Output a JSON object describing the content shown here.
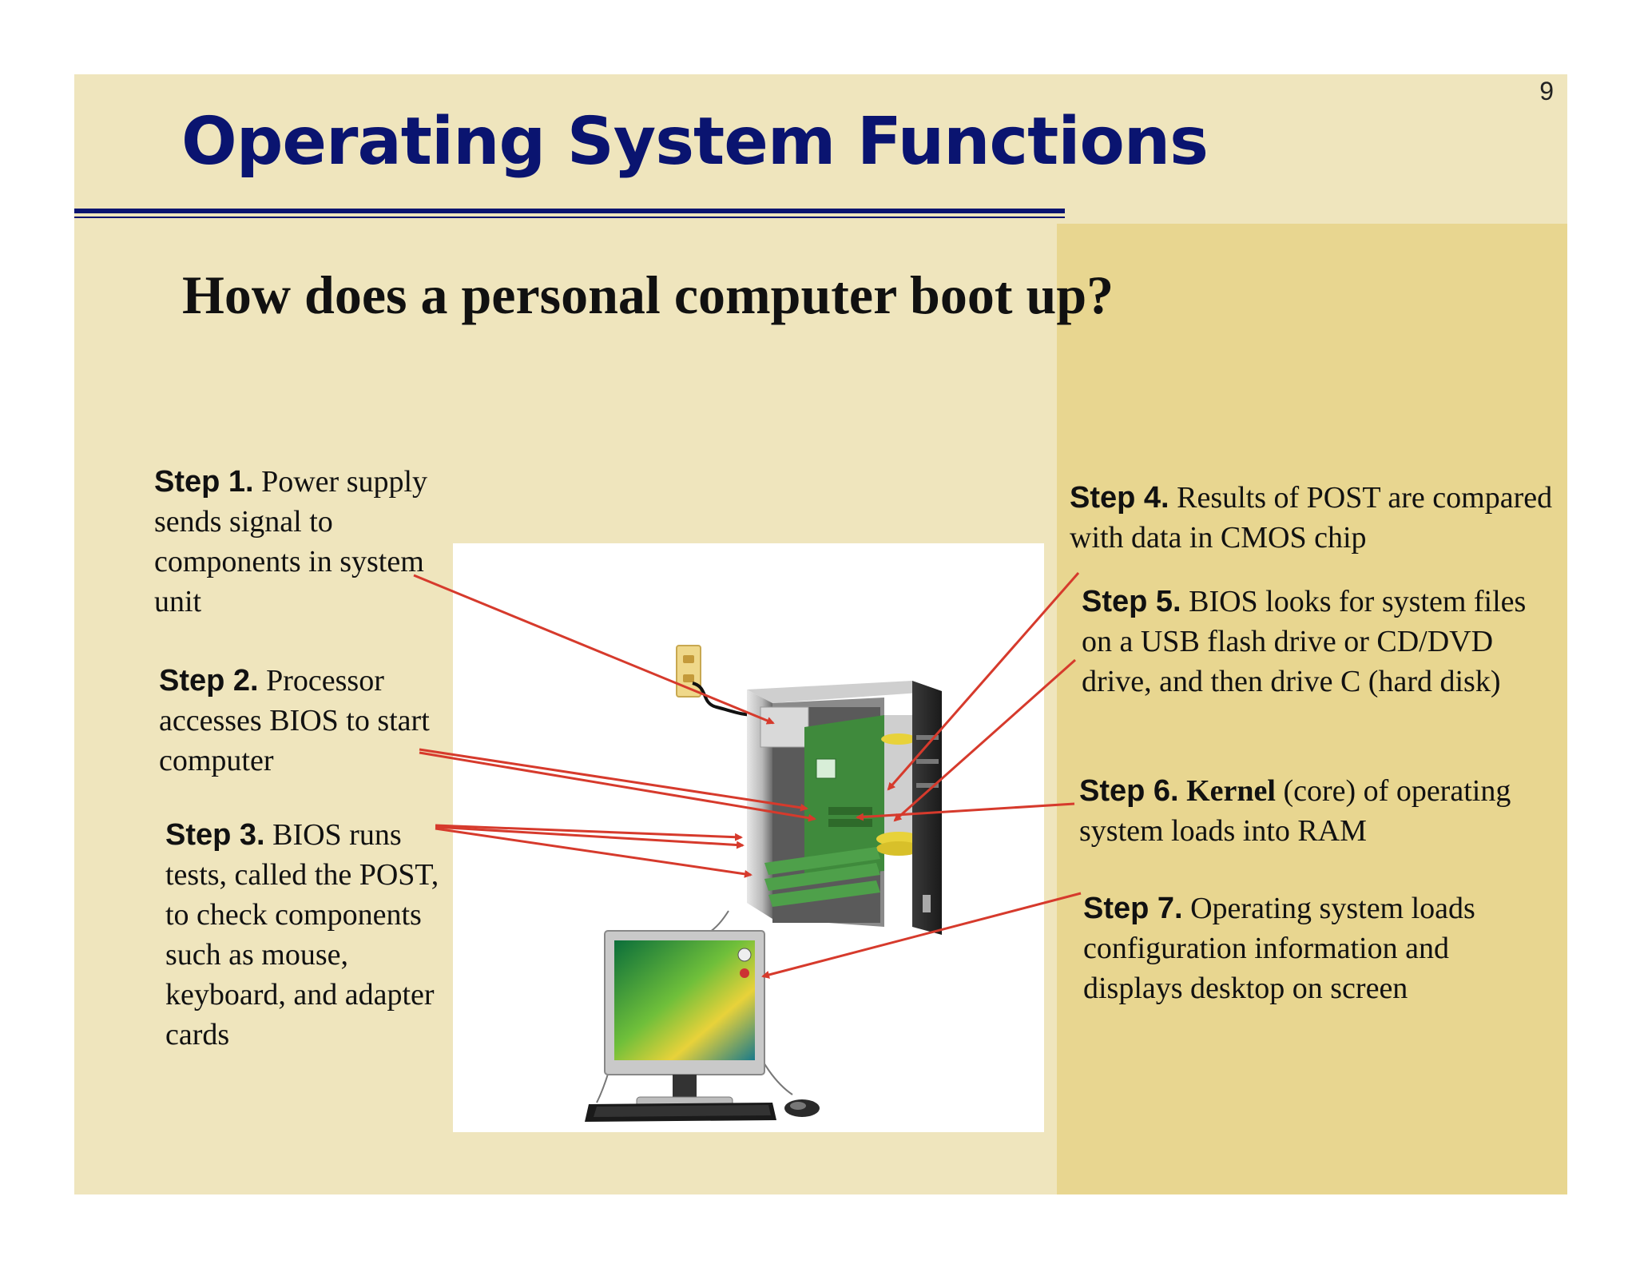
{
  "page_number": "9",
  "title": "Operating System Functions",
  "subtitle": "How does a personal computer boot up?",
  "steps": [
    {
      "label": "Step 1.",
      "text": "Power supply sends signal to components in system unit"
    },
    {
      "label": "Step 2.",
      "text": "Processor accesses BIOS to start computer"
    },
    {
      "label": "Step 3.",
      "text": "BIOS runs tests, called the POST, to check components such as mouse, keyboard, and adapter cards"
    },
    {
      "label": "Step 4.",
      "text": "Results of POST are compared with data in CMOS chip"
    },
    {
      "label": "Step 5.",
      "text": "BIOS looks for system files on a USB flash drive or CD/DVD drive, and then drive C (hard disk)"
    },
    {
      "label": "Step 6.",
      "emphasis": "Kernel",
      "text": "(core) of operating system loads into RAM"
    },
    {
      "label": "Step 7.",
      "text": "Operating system loads configuration information and displays desktop on screen"
    }
  ],
  "colors": {
    "background": "#efe5bd",
    "right_panel": "#e8d690",
    "title": "#0a1470",
    "arrow": "#d63a2c"
  },
  "illustration": {
    "icons": [
      "wall-outlet-icon",
      "system-unit-tower-icon",
      "monitor-icon",
      "keyboard-icon",
      "mouse-icon"
    ]
  }
}
